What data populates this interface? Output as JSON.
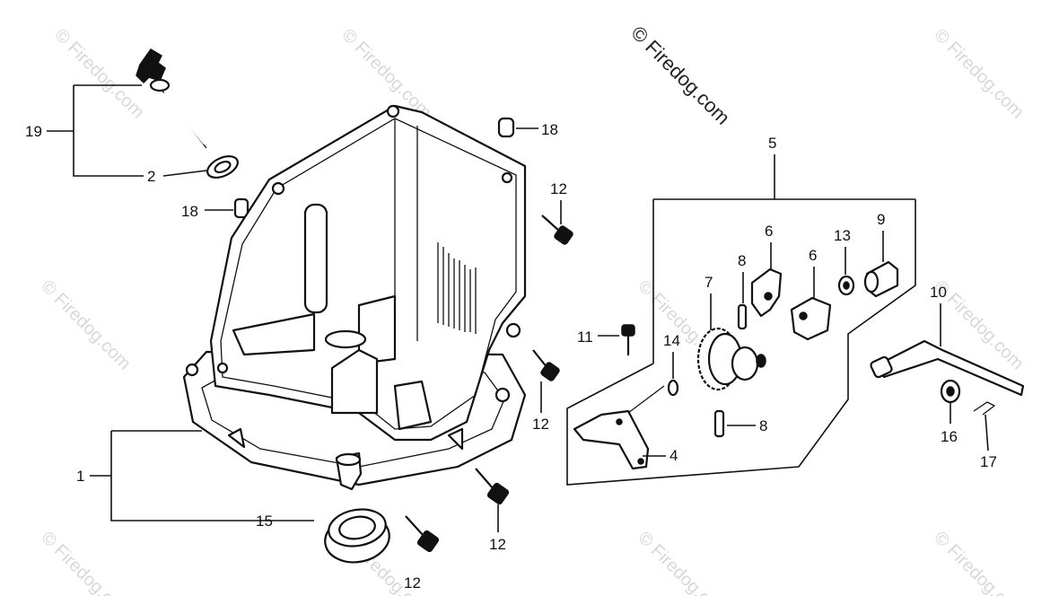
{
  "watermark": {
    "main": "© Firedog.com",
    "faint": "© Firedog.com"
  },
  "callouts": {
    "c1": "1",
    "c2": "2",
    "c4": "4",
    "c5": "5",
    "c6a": "6",
    "c6b": "6",
    "c7": "7",
    "c8a": "8",
    "c8b": "8",
    "c9": "9",
    "c10": "10",
    "c11": "11",
    "c12a": "12",
    "c12b": "12",
    "c12c": "12",
    "c12d": "12",
    "c13": "13",
    "c14": "14",
    "c15": "15",
    "c16": "16",
    "c17": "17",
    "c18a": "18",
    "c18b": "18",
    "c19": "19"
  }
}
